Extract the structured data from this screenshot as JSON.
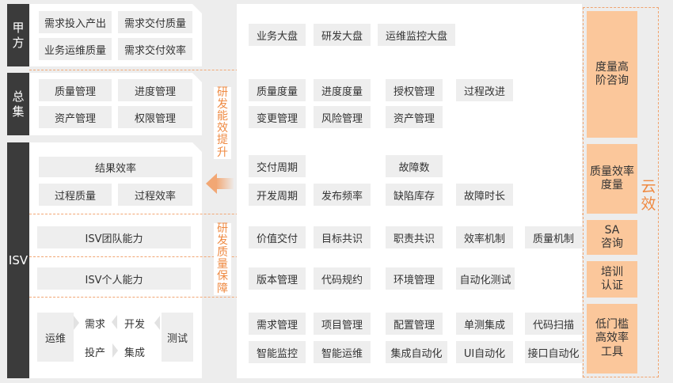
{
  "sections": {
    "jiafang": "甲方",
    "zongji": "总集",
    "isv": "ISV"
  },
  "left": {
    "jiafang": [
      "需求投入产出",
      "需求交付质量",
      "业务运维质量",
      "需求交付效率"
    ],
    "zongji": [
      "质量管理",
      "进度管理",
      "资产管理",
      "权限管理"
    ],
    "isv_results": [
      "结果效率",
      "过程质量",
      "过程效率"
    ],
    "isv_team": "ISV团队能力",
    "isv_person": "ISV个人能力",
    "devops": {
      "ops": "运维",
      "req": "需求",
      "dev": "开发",
      "prod": "投产",
      "integ": "集成",
      "test": "测试"
    }
  },
  "middle": {
    "efficiency_label": "研发能效提升",
    "quality_label": "研发质量保障",
    "row1": [
      "业务大盘",
      "研发大盘",
      "运维监控大盘"
    ],
    "row2": [
      "质量度量",
      "进度度量",
      "授权管理",
      "过程改进",
      "变更管理",
      "风险管理",
      "资产管理"
    ],
    "row3": [
      "交付周期",
      "故障数",
      "开发周期",
      "发布频率",
      "缺陷库存",
      "故障时长"
    ],
    "row4": [
      "价值交付",
      "目标共识",
      "职责共识",
      "效率机制",
      "质量机制"
    ],
    "row5": [
      "版本管理",
      "代码规约",
      "环境管理",
      "自动化测试"
    ],
    "row6": [
      "需求管理",
      "项目管理",
      "配置管理",
      "单测集成",
      "代码扫描",
      "智能监控",
      "智能运维",
      "集成自动化",
      "UI自动化",
      "接口自动化"
    ]
  },
  "right": {
    "cloud": "云效",
    "boxes": [
      "度量高阶咨询",
      "质量效率度量",
      "SA咨询",
      "培训认证",
      "低门槛高效率工具"
    ]
  },
  "colors": {
    "accent": "#ef8a42",
    "orange_fill": "#fbc79b",
    "dark": "#3b3b3b",
    "box_gray": "#eeeeee"
  }
}
